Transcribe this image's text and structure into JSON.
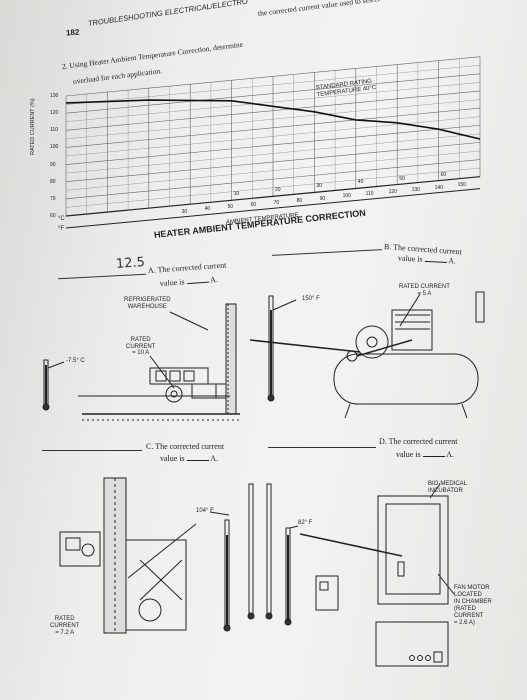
{
  "header": {
    "page_number": "182",
    "running_title": "TROUBLESHOOTING ELECTRICAL/ELECTRO",
    "top_text": "the corrected current value used to select"
  },
  "question": {
    "number": "2.",
    "text_line1": "Using Heater Ambient Temperature Correction, determine",
    "text_line2": "overload for each application."
  },
  "chart_data": {
    "type": "line",
    "title": "HEATER AMBIENT TEMPERATURE CORRECTION",
    "xlabel": "AMBIENT TEMPERATURE",
    "ylabel": "RATED CURRENT (%)",
    "annotation": "STANDARD RATING TEMPERATURE 40°C",
    "ylim": [
      60,
      130
    ],
    "y_ticks": [
      "130",
      "120",
      "110",
      "100",
      "90",
      "80",
      "70",
      "60"
    ],
    "celsius_ticks": [
      "10",
      "20",
      "30",
      "40",
      "50",
      "60"
    ],
    "fahrenheit_ticks": [
      "30",
      "40",
      "50",
      "60",
      "70",
      "80",
      "90",
      "100",
      "110",
      "120",
      "130",
      "140",
      "150"
    ],
    "unit_c": "°C",
    "unit_f": "°F",
    "series": [
      {
        "x": [
          -30,
          -10,
          10,
          30,
          40,
          50,
          60,
          70
        ],
        "y": [
          126,
          123,
          118,
          107,
          100,
          96,
          90,
          82
        ]
      }
    ]
  },
  "parts": {
    "a": {
      "label": "A. The corrected current",
      "value_text": "value is",
      "unit": "A.",
      "handwritten": "12.5"
    },
    "b": {
      "label": "B. The corrected current",
      "value_text": "value is",
      "unit": "A."
    },
    "c": {
      "label": "C. The corrected current",
      "value_text": "value is",
      "unit": "A."
    },
    "d": {
      "label": "D. The corrected current",
      "value_text": "value is",
      "unit": "A."
    }
  },
  "illustrations": {
    "a": {
      "title_line1": "REFRIGERATED",
      "title_line2": "WAREHOUSE",
      "rated_line1": "RATED",
      "rated_line2": "CURRENT",
      "rated_line3": "= 10 A",
      "temperature": "-7.5° C"
    },
    "b": {
      "temperature": "150° F",
      "rated_line1": "RATED CURRENT",
      "rated_line2": "= 5 A"
    },
    "c": {
      "temperature": "104° F",
      "rated_line1": "RATED",
      "rated_line2": "CURRENT",
      "rated_line3": "= 7.2 A"
    },
    "d": {
      "temperature": "82° F",
      "title_line1": "BIO-MEDICAL",
      "title_line2": "INCUBATOR",
      "fan_lines": [
        "FAN MOTOR",
        "LOCATED",
        "IN CHAMBER",
        "(RATED",
        "CURRENT",
        "= 2.6 A)"
      ]
    }
  }
}
